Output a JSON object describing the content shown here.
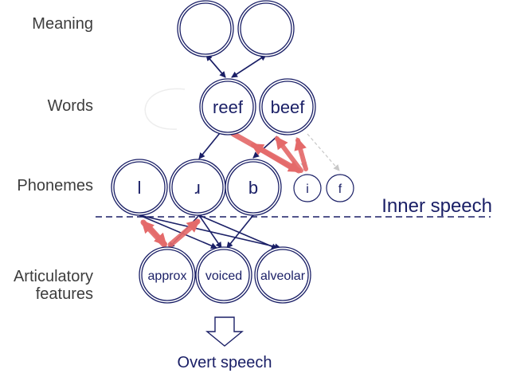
{
  "levels": {
    "meaning": "Meaning",
    "words": "Words",
    "phonemes": "Phonemes",
    "articulatory_line1": "Articulatory",
    "articulatory_line2": "features"
  },
  "words": {
    "reef": "reef",
    "beef": "beef"
  },
  "phonemes": {
    "l": "l",
    "r": "ɹ",
    "b": "b",
    "i": "i",
    "f": "f"
  },
  "features": {
    "approx": "approx",
    "voiced": "voiced",
    "alveolar": "alveolar"
  },
  "inner_speech": "Inner speech",
  "overt_speech": "Overt speech",
  "colors": {
    "node": "#1a1f66",
    "highlight": "#e46a6a",
    "faint": "#c8c8c8",
    "label": "#3d3d3d"
  }
}
